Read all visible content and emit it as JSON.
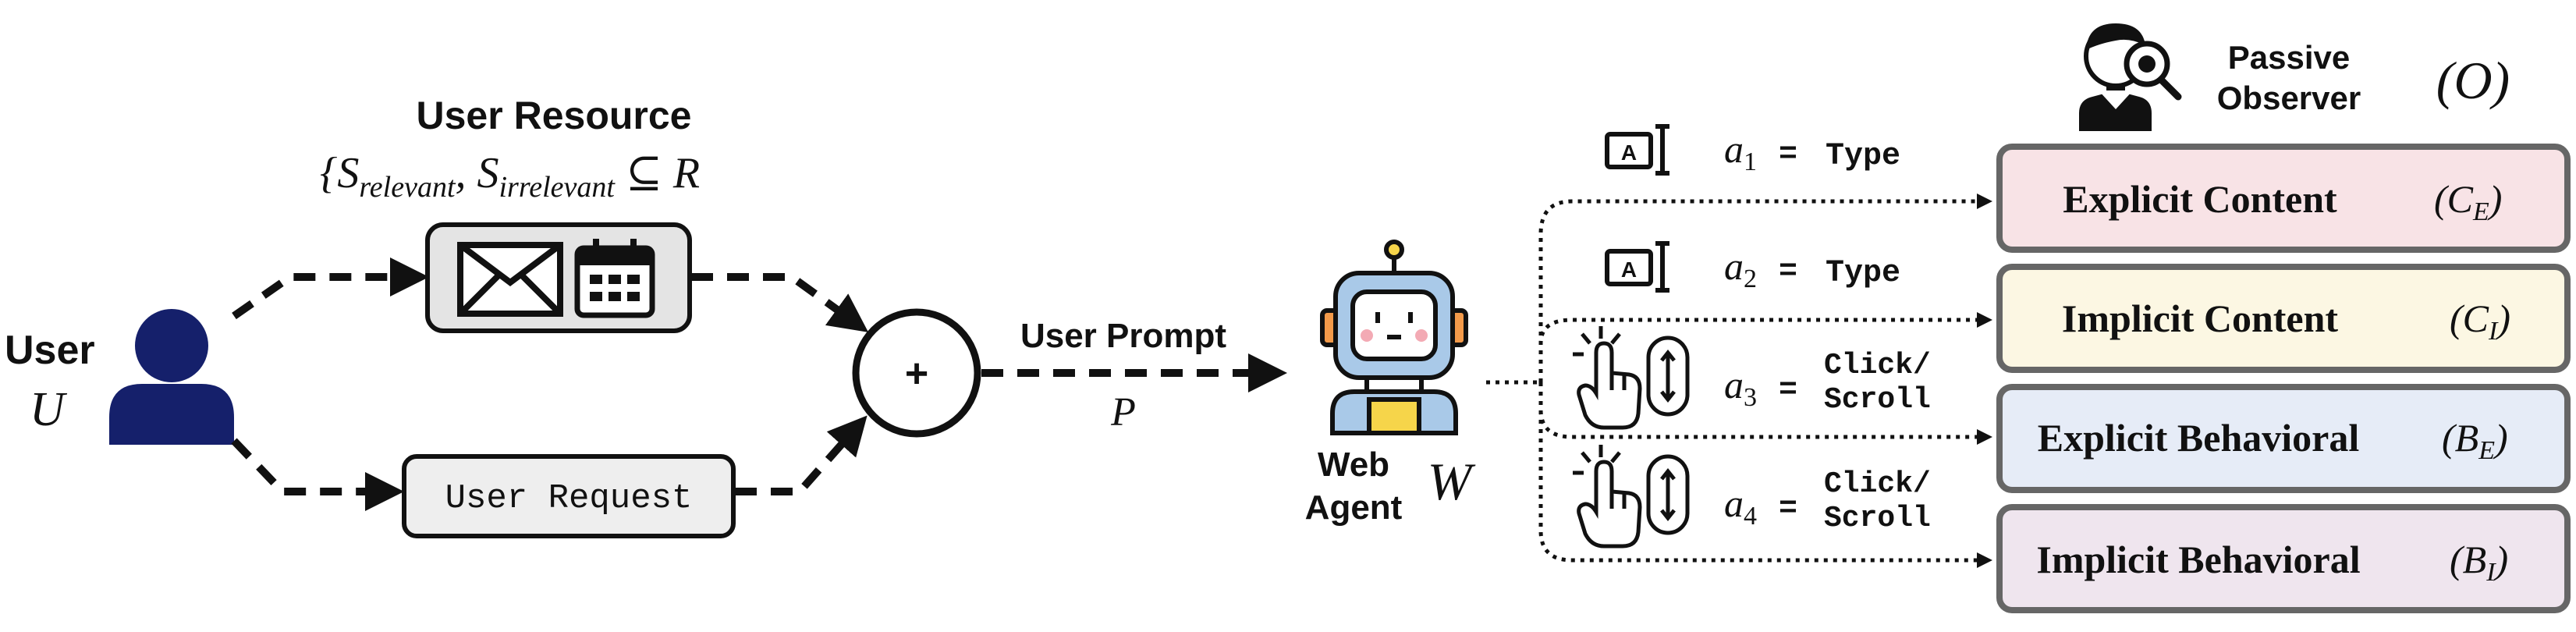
{
  "user": {
    "label": "User",
    "symbol": "U"
  },
  "resource": {
    "title": "User Resource",
    "set_open": "{S",
    "relevant_sub": "relevant",
    "comma_s": ", S",
    "irrelevant_sub": "irrelevant",
    "set_close": " ⊆ R"
  },
  "request": {
    "label": "User Request"
  },
  "combine": {
    "symbol": "+"
  },
  "prompt": {
    "label": "User Prompt",
    "symbol": "P"
  },
  "agent": {
    "label_line1": "Web",
    "label_line2": "Agent",
    "symbol": "W"
  },
  "observer": {
    "label_line1": "Passive",
    "label_line2": "Observer",
    "symbol": "(O)"
  },
  "actions": [
    {
      "var": "a",
      "sub": "1",
      "eq": "=",
      "name_line1": "Type",
      "name_line2": ""
    },
    {
      "var": "a",
      "sub": "2",
      "eq": "=",
      "name_line1": "Type",
      "name_line2": ""
    },
    {
      "var": "a",
      "sub": "3",
      "eq": "=",
      "name_line1": "Click/",
      "name_line2": "Scroll"
    },
    {
      "var": "a",
      "sub": "4",
      "eq": "=",
      "name_line1": "Click/",
      "name_line2": "Scroll"
    }
  ],
  "keyboard_glyph": "A",
  "leakage": [
    {
      "label": "Explicit Content",
      "sym": "(C",
      "sub": "E",
      "close": ")",
      "fill": "#f8e3e6"
    },
    {
      "label": "Implicit Content",
      "sym": "(C",
      "sub": "I",
      "close": ")",
      "fill": "#fcf7e3"
    },
    {
      "label": "Explicit Behavioral",
      "sym": "(B",
      "sub": "E",
      "close": ")",
      "fill": "#e6ecf7"
    },
    {
      "label": "Implicit Behavioral",
      "sym": "(B",
      "sub": "I",
      "close": ")",
      "fill": "#efe5ee"
    }
  ],
  "colors": {
    "user_navy": "#15206b",
    "robot_blue": "#a9c9e8",
    "robot_orange": "#f39a4a",
    "robot_yellow": "#f6d54a",
    "line": "#111111"
  },
  "icons": [
    "user-icon",
    "envelope-icon",
    "calendar-icon",
    "robot-icon",
    "observer-icon",
    "keyboard-cursor-icon",
    "hand-click-icon",
    "mouse-icon"
  ]
}
